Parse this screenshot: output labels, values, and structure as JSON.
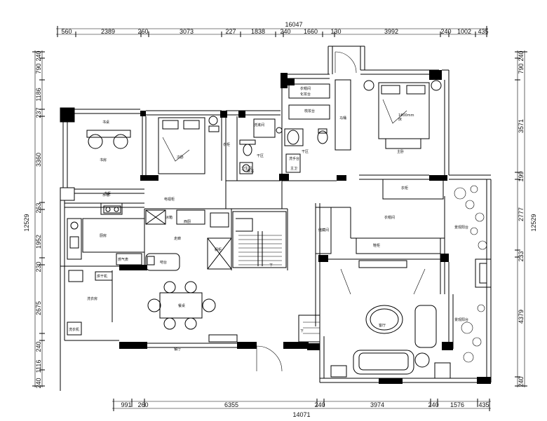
{
  "dimensions": {
    "top_total": "16047",
    "top_segments": [
      "560",
      "2389",
      "260",
      "3073",
      "227",
      "1838",
      "240",
      "1660",
      "130",
      "3992",
      "240",
      "1002",
      "435"
    ],
    "bottom_total": "14071",
    "bottom_segments": [
      "991",
      "260",
      "6355",
      "240",
      "3974",
      "240",
      "1576",
      "435"
    ],
    "left_total": "12529",
    "left_segments": [
      "240",
      "790",
      "1186",
      "237",
      "3360",
      "263",
      "1952",
      "230",
      "2675",
      "240",
      "1116",
      "240"
    ],
    "right_total": "12529",
    "right_segments": [
      "240",
      "790",
      "3571",
      "199",
      "2777",
      "233",
      "4379",
      "240"
    ]
  },
  "rooms": {
    "study": "书房",
    "study_small": "书桌",
    "bedroom_secondary": "次卧",
    "master_bedroom": "主卧",
    "bed_master_label": "1800mm",
    "bed_master_label2": "床",
    "kitchen": "厨房",
    "kitchen_sink": "水槽",
    "dining": "餐厅",
    "dining_table": "餐桌",
    "laundry": "洗衣房",
    "bathroom1": "卫生间",
    "bathroom2": "干区",
    "bathroom3": "干区",
    "closet": "衣帽间",
    "wardrobe1": "衣柜",
    "wardrobe2": "衣柜",
    "living": "客厅",
    "balcony": "景观阳台",
    "balcony2": "景观阳台",
    "fridge": "冰箱",
    "tv_cabinet": "电视柜",
    "shoe_cabinet": "鞋柜",
    "storage": "储藏间",
    "wash": "洗漱间",
    "corridor": "走廊",
    "stair_down": "下",
    "stair_down2": "下",
    "study_desk": "书柜",
    "gas": "燃气表",
    "bar": "吧台",
    "washer": "洗衣机",
    "dryer": "烘干机",
    "toilet": "马桶",
    "shower": "淋浴",
    "dressing": "梳妆台",
    "makeup": "化妆台",
    "vanity": "洗手台",
    "closet2": "衣帽间",
    "master_wash": "主卫",
    "pantry": "西厨",
    "cabinet": "橱柜"
  }
}
